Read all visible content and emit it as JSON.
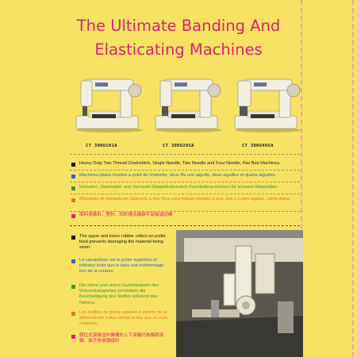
{
  "title_line1": "The Ultimate Banding And",
  "title_line2": "Elasticating Machines",
  "machines": [
    {
      "caption": "CT 300U101A"
    },
    {
      "caption": "CT 300U205A"
    },
    {
      "caption": "CT 300U405A"
    }
  ],
  "features_top": [
    {
      "text": "Heavy Duty Two Thread Chainstitch, Single Needle, Two Needle and Four Needle, Flat Bed Machines.",
      "color": "#1a1a1a"
    },
    {
      "text": "Machines plates lourdes a point de chainette, deux fils une aiguille, deux aiguilles et quatre aiguilles.",
      "color": "#2e6bb8"
    },
    {
      "text": "Einnadel-, Zweinadel- und Viernadel-Doppelkettenstich Flachbettma-schinen für schwere Materialien.",
      "color": "#3a9a3a"
    },
    {
      "text": "Máquinas de puntada de cadeneta a dos hilos para trabajo pesado a una, dos y cuatro agujas, cama plana.",
      "color": "#e07b1e"
    },
    {
      "text": "厚料用單針、雙針、四針鏈式線跡平底板縫紉機",
      "color": "#d8246e"
    }
  ],
  "features_bottom": [
    {
      "text": "The upper and lower rubber rollers on puller feed prevents damaging the material being sewn.",
      "color": "#1a1a1a"
    },
    {
      "text": "Le caoutchouc sur le puller supérieur et inférieur évite que le tissu soit endommagé lors de la couture.",
      "color": "#2e6bb8"
    },
    {
      "text": "Die obere und untere Gummiwalzen des Walzentransportes verhindern die Beschädigung des Stoffes während des Nähens.",
      "color": "#3a9a3a"
    },
    {
      "text": "Los rodillos de goma superior e inferior de la alimentación evitan dañar la tela que se está cosiendo.",
      "color": "#e07b1e"
    },
    {
      "text": "膠拉式滾輪送料機構的上下滾輪均為橡膠滾輪，故不會損傷縫料",
      "color": "#d8246e"
    }
  ]
}
